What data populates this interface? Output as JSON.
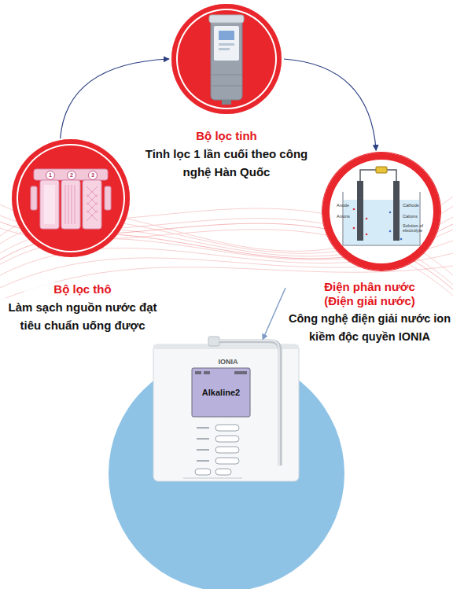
{
  "diagram": {
    "nodes": [
      {
        "text": [
          "Bộ lọc thô",
          "Làm sạch nguồn nước đạt tiêu chuẩn uống được"
        ]
      },
      {
        "text": [
          "Bộ lọc tinh",
          "Tinh lọc 1 lần cuối theo công nghệ Hàn Quốc"
        ]
      },
      {
        "text": [
          "Điện phân nước (Điện giải nước)",
          "Công nghệ điện giải nước ion kiềm độc quyền IONIA"
        ]
      },
      {
        "text": [
          "IONIA",
          "Alkaline2"
        ]
      }
    ],
    "edges": [
      {
        "from": 0,
        "to": 1,
        "arrow": "to"
      },
      {
        "from": 1,
        "to": 2,
        "arrow": "to"
      },
      {
        "from": 2,
        "to": 3,
        "arrow": "to"
      }
    ],
    "labels": [
      "1",
      "2",
      "3",
      "Anode",
      "Anions",
      "Cathode",
      "Cations",
      "Solution of electrolyte"
    ]
  }
}
